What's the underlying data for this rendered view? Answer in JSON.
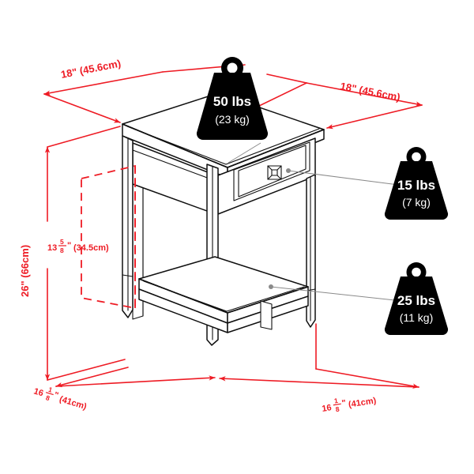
{
  "diagram": {
    "title": "End table dimension and weight capacity diagram",
    "product": "square leg end table with drawer and shelf",
    "colors": {
      "dimension": "#ee1b24",
      "outline": "#101010",
      "badge": "#000000",
      "leader": "#8a8a8a",
      "background": "#ffffff"
    }
  },
  "dimensions": {
    "top_left": {
      "label": "18\"  (45.6cm)",
      "value_in": "18\"",
      "value_cm": "(45.6cm)",
      "name": "top-depth"
    },
    "top_right": {
      "label": "18\"  (45.6cm)",
      "value_in": "18\"",
      "value_cm": "(45.6cm)",
      "name": "top-width"
    },
    "height": {
      "label": "26\" (66cm)",
      "value_in": "26\"",
      "value_cm": "(66cm)",
      "name": "overall-height"
    },
    "clearance": {
      "whole": "13",
      "numerator": "5",
      "denominator": "8",
      "unit": "\"",
      "value_cm": "(34.5cm)",
      "label": "13 5/8\" (34.5cm)",
      "name": "shelf-clearance-height"
    },
    "bottom_left": {
      "whole": "16",
      "numerator": "1",
      "denominator": "8",
      "unit": "\"",
      "value_cm": "(41cm)",
      "label": "16 1/8\" (41cm)",
      "name": "base-depth"
    },
    "bottom_right": {
      "whole": "16",
      "numerator": "1",
      "denominator": "8",
      "unit": "\"",
      "value_cm": "(41cm)",
      "label": "16 1/8\" (41cm)",
      "name": "base-width"
    }
  },
  "weight_badges": [
    {
      "name": "weight-badge-tabletop",
      "lbs": "50 lbs",
      "kg": "(23 kg)",
      "target": "table-top"
    },
    {
      "name": "weight-badge-drawer",
      "lbs": "15 lbs",
      "kg": "(7 kg)",
      "target": "drawer"
    },
    {
      "name": "weight-badge-shelf",
      "lbs": "25 lbs",
      "kg": "(11 kg)",
      "target": "lower-shelf"
    }
  ],
  "parts": {
    "table_top": "table-top",
    "drawer": "drawer-front",
    "drawer_knob": "drawer-knob",
    "shelf": "lower-shelf",
    "legs": "tapered-legs",
    "apron": "side-apron"
  }
}
